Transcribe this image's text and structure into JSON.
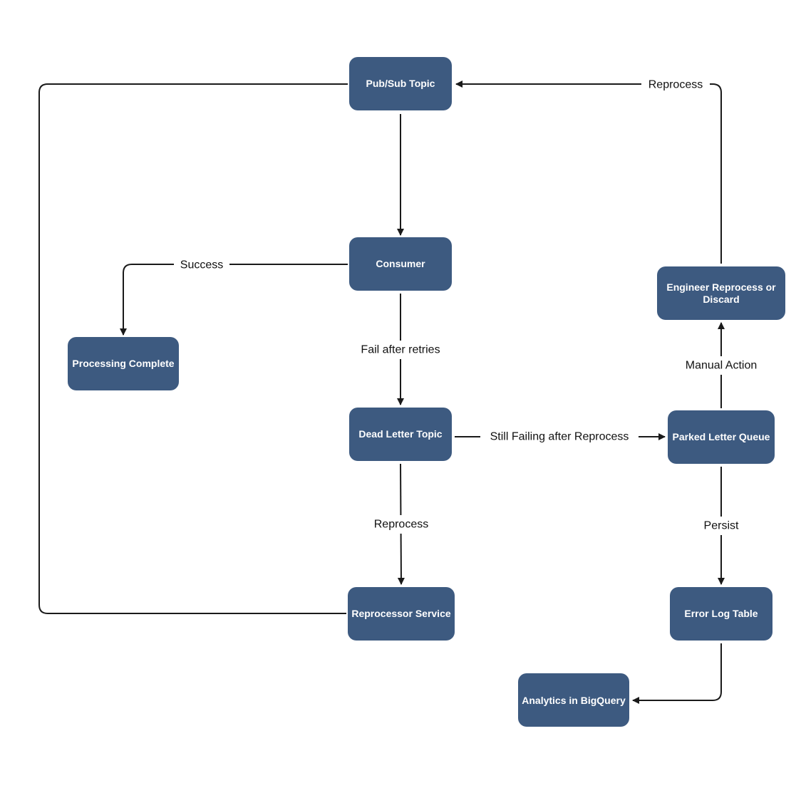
{
  "nodes": {
    "pubsub": "Pub/Sub Topic",
    "consumer": "Consumer",
    "processing_complete": "Processing Complete",
    "dead_letter": "Dead Letter Topic",
    "parked_queue": "Parked Letter Queue",
    "engineer": [
      "Engineer Reprocess or",
      "Discard"
    ],
    "reprocessor": "Reprocessor Service",
    "error_log": "Error Log Table",
    "analytics": "Analytics in BigQuery"
  },
  "edges": {
    "reprocess_top": "Reprocess",
    "success": "Success",
    "fail_after_retries": "Fail after retries",
    "still_failing": "Still Failing after Reprocess",
    "manual_action": "Manual Action",
    "reprocess_mid": "Reprocess",
    "persist": "Persist"
  },
  "colors": {
    "node_fill": "#3d5a80",
    "node_text": "#ffffff",
    "edge": "#1a1a1a"
  }
}
